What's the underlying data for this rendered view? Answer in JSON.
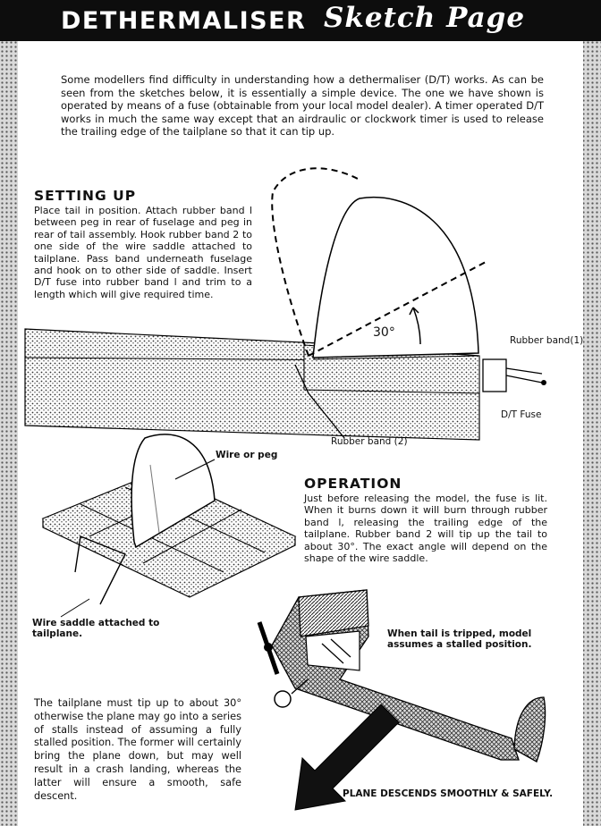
{
  "header": {
    "title": "DETHERMALISER",
    "title_script": "Sketch Page"
  },
  "intro": "Some modellers find difficulty in understanding how a dethermaliser (D/T) works. As can be seen from the sketches below, it is essentially a simple device. The one we have shown is operated by means of a fuse (obtainable from your local model dealer). A timer operated D/T works in much the same way except that an airdraulic or clockwork timer is used to release the trailing edge of the tailplane so that it can tip up.",
  "setting_up": {
    "heading": "SETTING UP",
    "text": "Place tail in position. Attach rubber band l between peg in rear of fuselage and peg in rear of tail assembly. Hook rubber band 2 to one side of the wire saddle attached to tailplane. Pass band underneath fuselage and hook on to other side of saddle. Insert D/T fuse into rubber band l and trim to a length which will give required time."
  },
  "diagram_labels": {
    "angle": "30°",
    "rubber_band_1": "Rubber band(1)",
    "dt_fuse": "D/T Fuse",
    "rubber_band_2": "Rubber band (2)",
    "wire_or_peg": "Wire or peg",
    "wire_saddle": "Wire saddle attached to tailplane."
  },
  "operation": {
    "heading": "OPERATION",
    "text": "Just before releasing the model, the fuse is lit. When it burns down it will burn through rubber band l, releasing the trailing edge of the tailplane. Rubber band 2 will tip up the tail to about 30°. The exact angle will depend on the shape of the wire saddle."
  },
  "stall_caption": "When tail is tripped, model assumes a stalled position.",
  "closing_text": "The tailplane must tip up to about 30° otherwise the plane may go into a series of stalls instead of assuming a fully stalled position. The former will certainly bring the plane down, but may well result in a crash landing, whereas the latter will ensure a smooth, safe descent.",
  "descent_caption": "PLANE DESCENDS SMOOTHLY & SAFELY.",
  "icons": [
    "tailplane-illustration",
    "saddle-illustration",
    "stalled-model-illustration",
    "descent-arrow-icon"
  ]
}
